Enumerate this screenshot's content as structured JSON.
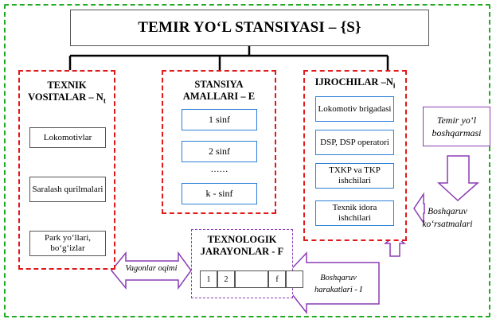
{
  "title": "TEMIR YO‘L STANSIYASI – {S}",
  "groups": {
    "tech": {
      "title_line1": "TEXNIK",
      "title_line2": "VOSITALAR – N",
      "title_sub": "t",
      "items": [
        "Lokomotivlar",
        "Saralash qurilmalari",
        "Park yo‘llari, bo‘g‘izlar"
      ]
    },
    "ops": {
      "title_line1": "STANSIYA",
      "title_line2": "AMALLARI – E",
      "items": [
        "1 sinf",
        "2 sinf",
        "……",
        "k - sinf"
      ]
    },
    "exec": {
      "title_line1": "IJROCHILAR –N",
      "title_sub": "i",
      "items": [
        "Lokomotiv brigadasi",
        "DSP, DSP operatori",
        "TXKP va TKP ishchilari",
        "Texnik idora ishchilari"
      ]
    }
  },
  "tech_process": {
    "title_line1": "TEXNOLOGIK",
    "title_line2": "JARAYONLAR - F",
    "cells": [
      "1",
      "2",
      "",
      "f",
      ""
    ]
  },
  "arrows": {
    "wagon_flow": "Vagonlar oqimi",
    "control_actions": "Boshqaruv harakatlari - I",
    "control_instructions": "Boshqaruv ko‘rsatmalari"
  },
  "railway_admin": "Temir yo‘l boshqarmasi",
  "colors": {
    "red_dash": "#e0191b",
    "green_dash": "#22aa22",
    "blue_border": "#2e7fd6",
    "purple": "#8b3db3"
  }
}
